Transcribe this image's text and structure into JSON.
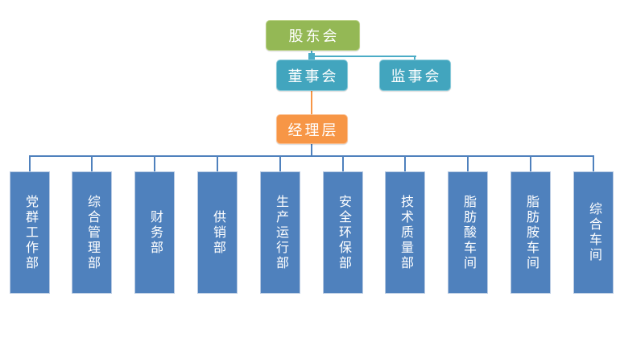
{
  "org_chart": {
    "nodes": {
      "shareholders": {
        "label": "股东会",
        "color": "#94B855"
      },
      "board": {
        "label": "董事会",
        "color": "#42A5BE"
      },
      "supervisory": {
        "label": "监事会",
        "color": "#42A5BE"
      },
      "management": {
        "label": "经理层",
        "color": "#F79646"
      }
    },
    "departments": [
      {
        "label": "党群工作部"
      },
      {
        "label": "综合管理部"
      },
      {
        "label": "财务部"
      },
      {
        "label": "供销部"
      },
      {
        "label": "生产运行部"
      },
      {
        "label": "安全环保部"
      },
      {
        "label": "技术质量部"
      },
      {
        "label": "脂肪酸车间"
      },
      {
        "label": "脂肪胺车间"
      },
      {
        "label": "综合车间"
      }
    ],
    "colors": {
      "department_fill": "#4F81BD",
      "connector_top": "#4BACC6",
      "connector_management": "#F79646",
      "connector_bus": "#4F81BD",
      "text": "#FFFFFF"
    }
  }
}
